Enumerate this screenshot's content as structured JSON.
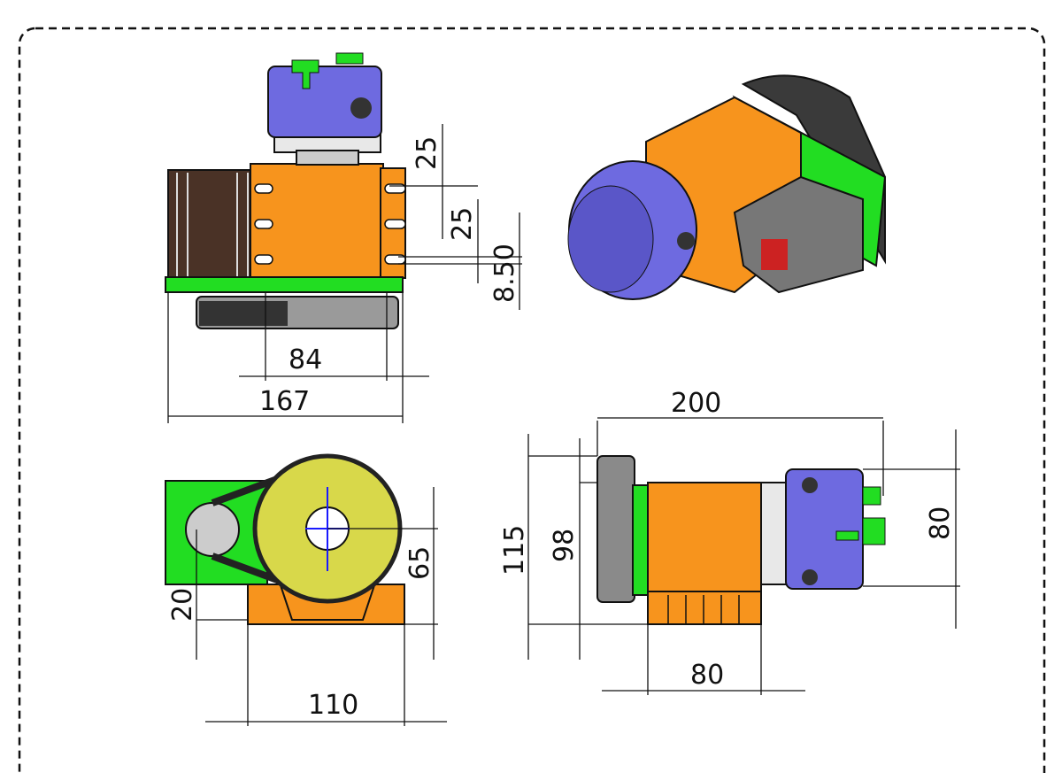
{
  "colors": {
    "chuck": "#6e6ae0",
    "body": "#f7941d",
    "plate": "#22dd22",
    "motor": "#4a3226",
    "pulley": "#d8d84a",
    "axis": "#1a1aff",
    "frame": "#111111"
  },
  "views": {
    "front": {
      "dims": {
        "top_gap": "25",
        "slot_pitch": "25",
        "slot_width": "8.50",
        "inner_width": "84",
        "overall_width": "167"
      }
    },
    "iso": {},
    "side": {
      "dims": {
        "base_height": "20",
        "axis_height": "65",
        "base_width": "110"
      }
    },
    "top": {
      "dims": {
        "length": "200",
        "overall_height": "115",
        "pulley_height": "98",
        "chuck_height": "80",
        "body_width": "80"
      }
    }
  }
}
